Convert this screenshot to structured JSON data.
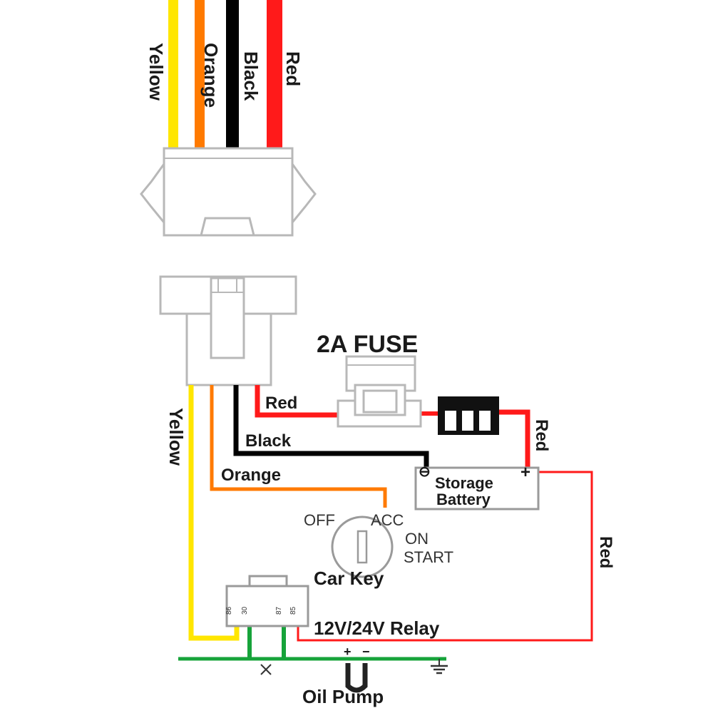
{
  "colors": {
    "yellow": "#ffe600",
    "orange": "#ff7a00",
    "black": "#000000",
    "red": "#ff1a1a",
    "green": "#16a33a"
  },
  "top_wires": {
    "yellow": "Yellow",
    "orange": "Orange",
    "black": "Black",
    "red": "Red"
  },
  "wire_labels": {
    "yellow": "Yellow",
    "red_fuse": "Red",
    "black": "Black",
    "orange": "Orange",
    "red_battery": "Red",
    "red_relay": "Red"
  },
  "fuse": {
    "label": "2A FUSE"
  },
  "battery": {
    "label_line1": "Storage",
    "label_line2": "Battery",
    "minus": "⊖",
    "plus": "+"
  },
  "car_key": {
    "label": "Car Key",
    "positions": {
      "off": "OFF",
      "acc": "ACC",
      "on": "ON",
      "start": "START"
    }
  },
  "relay": {
    "label": "12V/24V Relay",
    "pins": [
      "86",
      "30",
      "87",
      "85"
    ]
  },
  "oil_pump": {
    "label": "Oil Pump",
    "plus": "+",
    "minus": "−"
  },
  "symbols": {
    "ground": "ground-icon",
    "cut_mark": "cut-mark-icon"
  }
}
